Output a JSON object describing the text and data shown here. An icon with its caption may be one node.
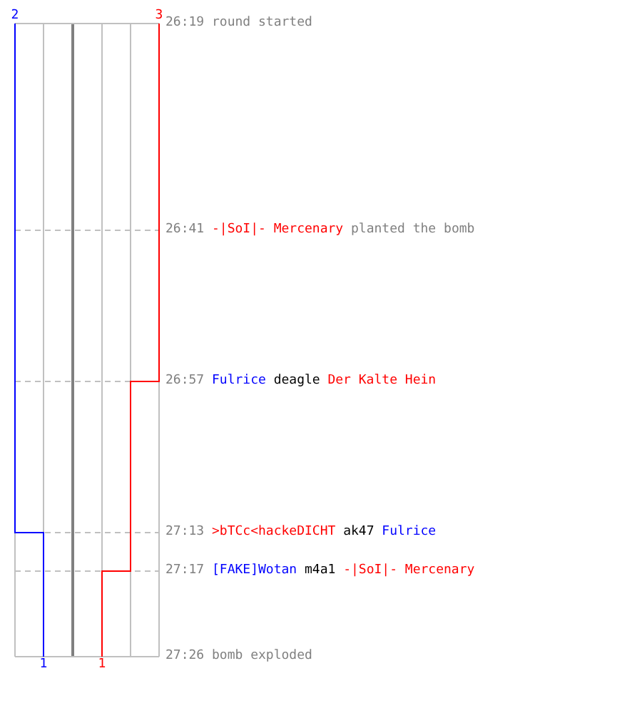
{
  "diagram": {
    "labels": [
      "2",
      "3",
      "26:19",
      "round started",
      "26:41",
      "-|SoI|- Mercenary",
      "planted the bomb",
      "26:57",
      "Fulrice",
      "deagle",
      "Der Kalte Hein",
      "27:13",
      ">bTCc<hackeDICHT",
      "ak47",
      "Fulrice",
      "27:17",
      "[FAKE]Wotan",
      "m4a1",
      "-|SoI|- Mercenary",
      "27:26",
      "bomb exploded",
      "1",
      "1"
    ]
  }
}
